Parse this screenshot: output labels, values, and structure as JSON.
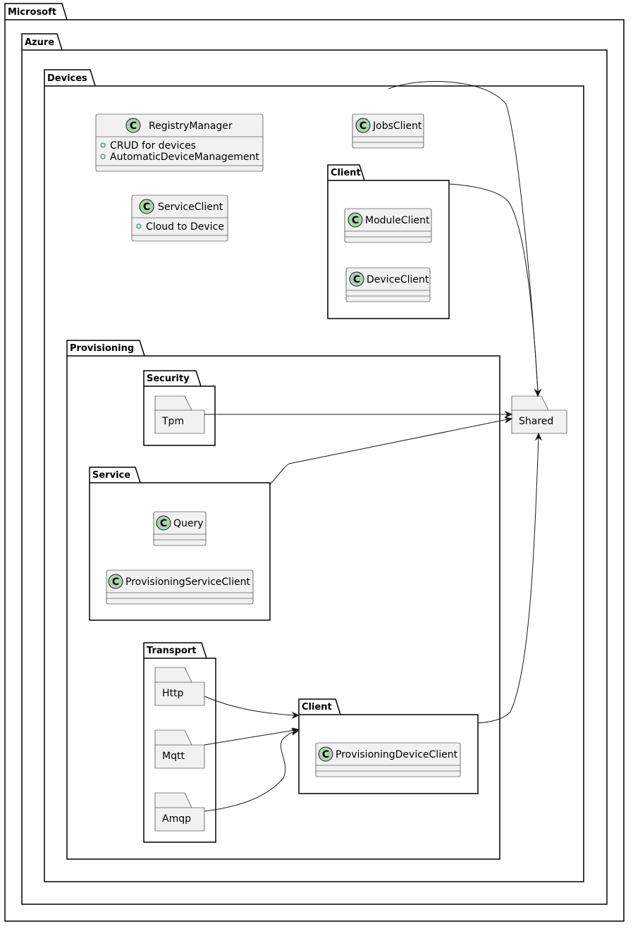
{
  "packages": {
    "microsoft": "Microsoft",
    "azure": "Azure",
    "devices": "Devices",
    "client_top": "Client",
    "provisioning": "Provisioning",
    "security": "Security",
    "service": "Service",
    "transport": "Transport",
    "client_prov": "Client"
  },
  "class_stereotype": "C",
  "visibility_symbol": "+",
  "classes": {
    "registry_manager": {
      "name": "RegistryManager",
      "members": [
        "CRUD for devices",
        "AutomaticDeviceManagement"
      ]
    },
    "jobs_client": {
      "name": "JobsClient"
    },
    "service_client": {
      "name": "ServiceClient",
      "members": [
        "Cloud to Device"
      ]
    },
    "module_client": {
      "name": "ModuleClient"
    },
    "device_client": {
      "name": "DeviceClient"
    },
    "query": {
      "name": "Query"
    },
    "provisioning_service_client": {
      "name": "ProvisioningServiceClient"
    },
    "provisioning_device_client": {
      "name": "ProvisioningDeviceClient"
    }
  },
  "folders": {
    "shared": "Shared",
    "tpm": "Tpm",
    "http": "Http",
    "mqtt": "Mqtt",
    "amqp": "Amqp"
  },
  "colors": {
    "class_fill": "#f1f1f1",
    "stereotype_circle": "#add1b2",
    "visibility": "#038048",
    "line": "#181818"
  }
}
